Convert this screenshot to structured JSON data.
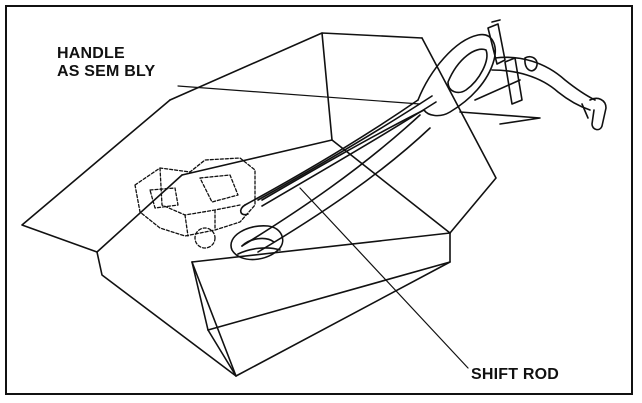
{
  "labels": {
    "handle_line1": "HANDLE",
    "handle_line2": "AS SEM BLY",
    "shift_rod": "SHIFT ROD"
  },
  "colors": {
    "line": "#111111",
    "background": "#ffffff"
  }
}
